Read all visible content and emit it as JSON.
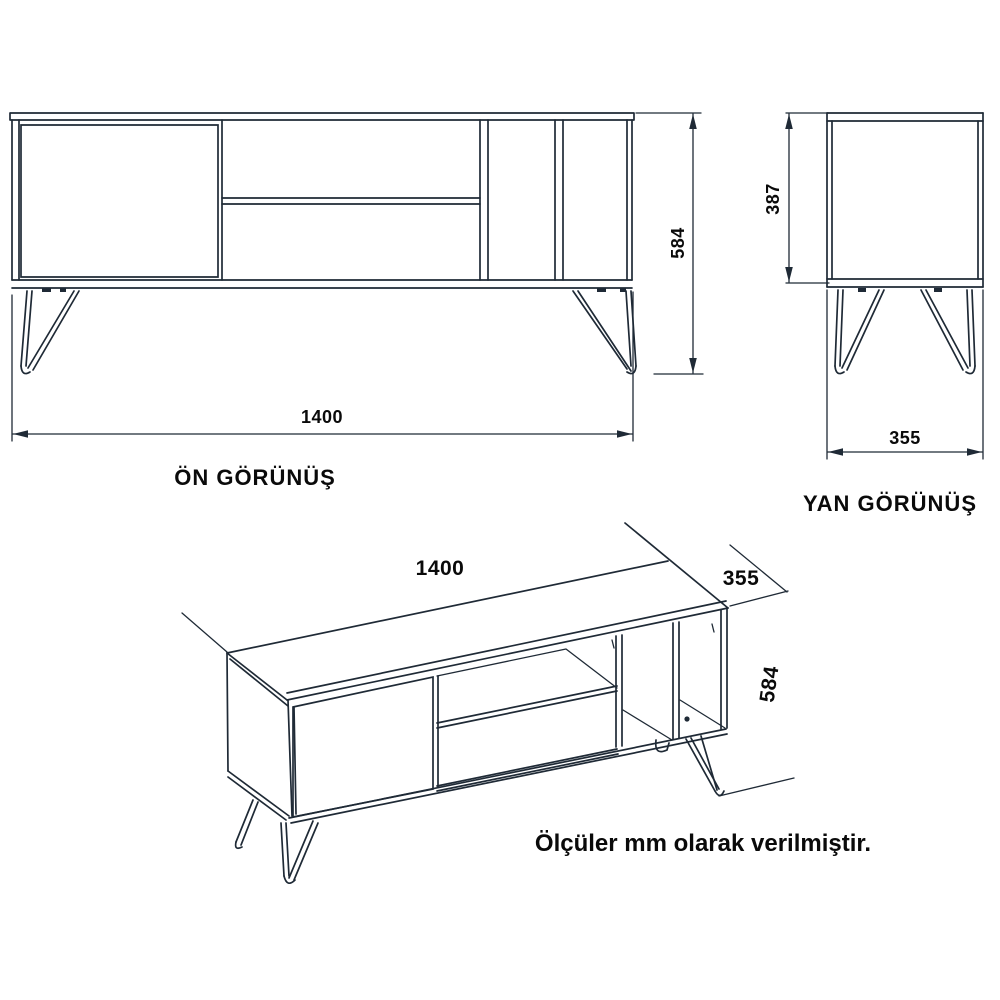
{
  "note": {
    "text": "Ölçüler mm olarak verilmiştir."
  },
  "front_view": {
    "label": "ÖN GÖRÜNÜŞ",
    "dim_width": "1400",
    "dim_height": "584"
  },
  "side_view": {
    "label": "YAN GÖRÜNÜŞ",
    "dim_carcass_height": "387",
    "dim_depth": "355"
  },
  "iso_view": {
    "dim_width": "1400",
    "dim_depth": "355",
    "dim_height": "584"
  },
  "units": "mm",
  "colors": {
    "line": "#1f2a36",
    "text": "#0a0a0a",
    "background": "#ffffff"
  }
}
